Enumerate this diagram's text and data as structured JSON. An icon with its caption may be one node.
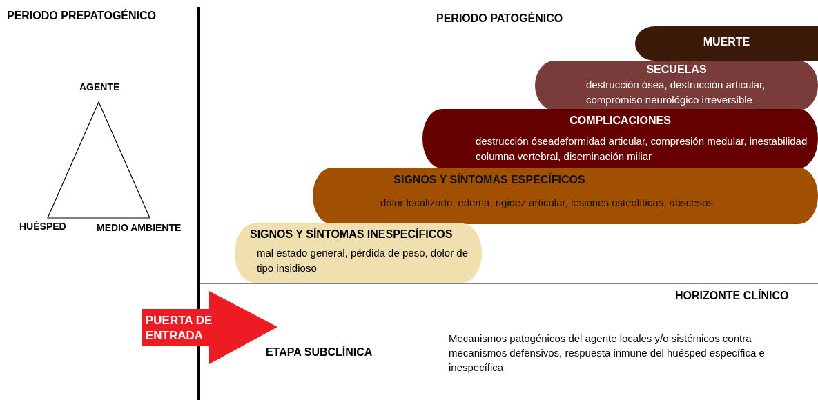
{
  "diagram": {
    "nodes": [
      {
        "text": [
          "MUERTE"
        ]
      },
      {
        "text": [
          "SECUELAS",
          "destrucción ósea, destrucción articular, compromiso neurológico irreversible"
        ]
      },
      {
        "text": [
          "COMPLICACIONES",
          "destrucción óseadeformidad articular, compresión medular, inestabilidad columna vertebral, diseminación miliar"
        ]
      },
      {
        "text": [
          "SIGNOS Y SÍNTOMAS ESPECÍFICOS",
          "dolor localizado, edema, rigidez articular, lesiones osteolíticas, abscesos"
        ]
      },
      {
        "text": [
          "SIGNOS Y SÍNTOMAS INESPECÍFICOS",
          "mal estado general, pérdida de peso, dolor de tipo insidioso"
        ]
      },
      {
        "text": [
          "PUERTA DE ENTRADA"
        ]
      }
    ],
    "labels": [
      "PERIODO PREPATOGÉNICO",
      "PERIODO PATOGÉNICO",
      "AGENTE",
      "HUÉSPED",
      "MEDIO AMBIENTE",
      "HORIZONTE CLÍNICO",
      "ETAPA SUBCLÍNICA",
      "Mecanismos patogénicos del agente locales y/o sistémicos contra mecanismos defensivos, respuesta inmune del huésped específica e inespecífica"
    ]
  }
}
